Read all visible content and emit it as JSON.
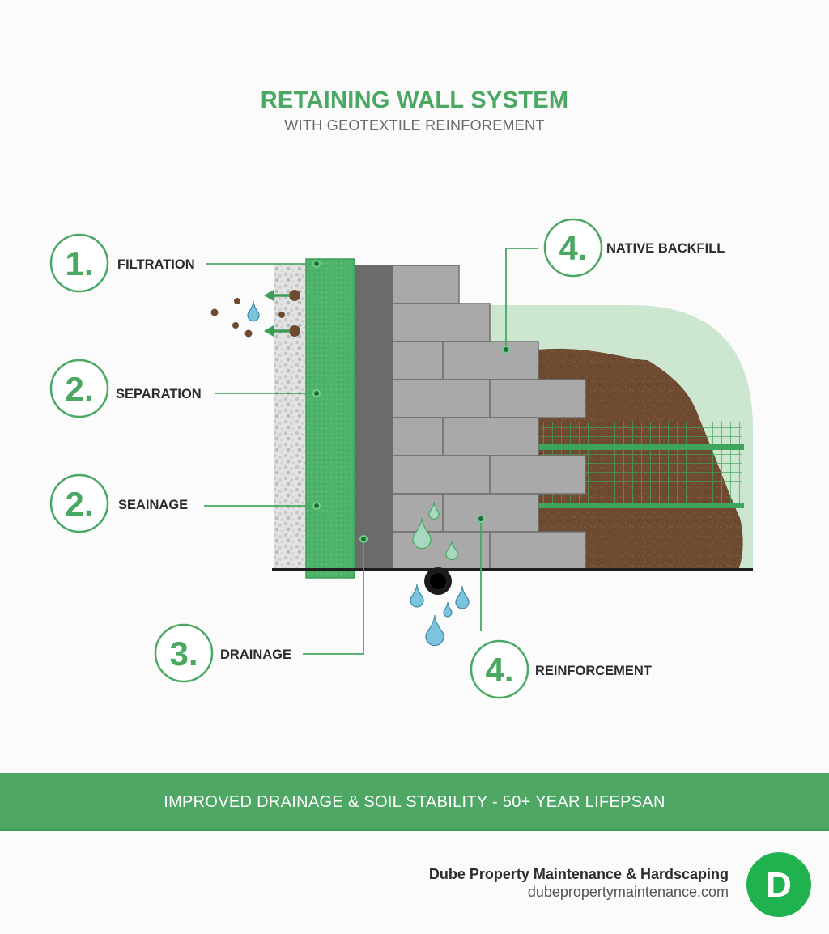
{
  "header": {
    "title": "RETAINING WALL SYSTEM",
    "subtitle": "WITH GEOTEXTILE REINFOREMENT"
  },
  "callouts": [
    {
      "number": "1.",
      "label": "FILTRATION"
    },
    {
      "number": "2.",
      "label": "SEPARATION"
    },
    {
      "number": "2.",
      "label": "SEAINAGE"
    },
    {
      "number": "3.",
      "label": "DRAINAGE"
    },
    {
      "number": "4.",
      "label": "NATIVE BACKFILL"
    },
    {
      "number": "4.",
      "label": "REINFORCEMENT"
    }
  ],
  "banner": {
    "text": "IMPROVED DRAINAGE & SOIL STABILITY - 50+ YEAR LIFEPSAN"
  },
  "brand": {
    "name": "Dube Property Maintenance & Hardscaping",
    "url": "dubepropertymaintenance.com",
    "logo_letter": "D"
  },
  "colors": {
    "accent_green": "#4aa862",
    "geotextile_green": "#4db46a",
    "block_gray": "#a9a9a9",
    "soil_brown": "#6e4a30",
    "water_blue": "#7ec3dd"
  }
}
